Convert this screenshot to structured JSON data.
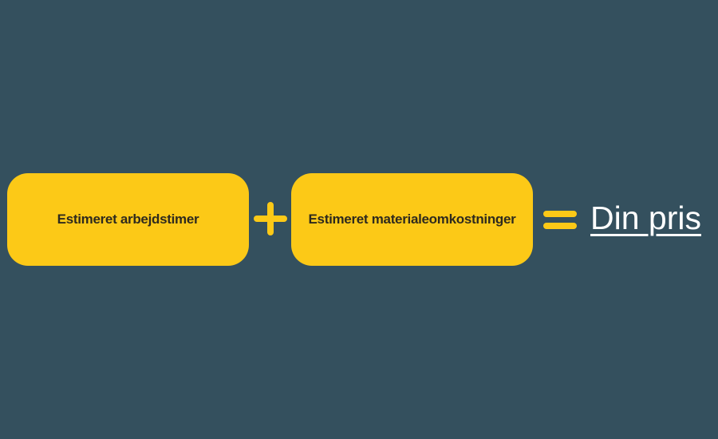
{
  "term1": "Estimeret arbejdstimer",
  "term2": "Estimeret materialeomkostninger",
  "result": "Din pris",
  "colors": {
    "background": "#34505e",
    "accent": "#fcc917",
    "text": "#2e2a1e"
  }
}
